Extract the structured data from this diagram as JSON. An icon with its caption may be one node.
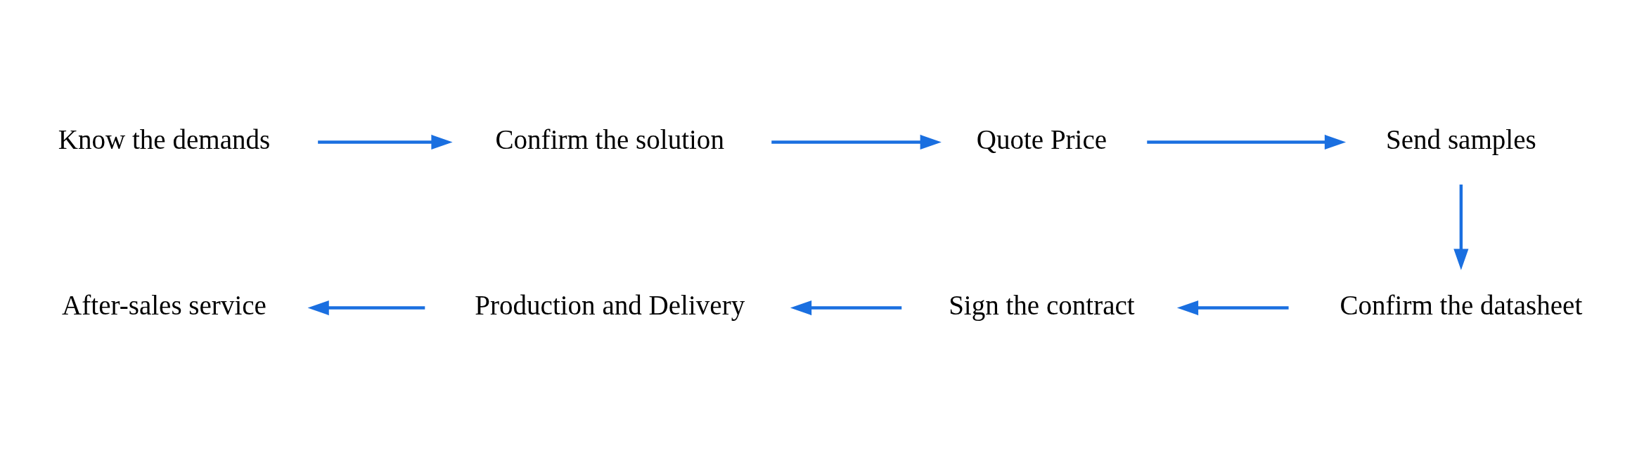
{
  "diagram": {
    "nodes": [
      {
        "text": [
          "Know the demands"
        ]
      },
      {
        "text": [
          "Confirm the solution"
        ]
      },
      {
        "text": [
          "Quote Price"
        ]
      },
      {
        "text": [
          "Send samples"
        ]
      },
      {
        "text": [
          "Confirm the datasheet"
        ]
      },
      {
        "text": [
          "Sign the contract"
        ]
      },
      {
        "text": [
          "Production and Delivery"
        ]
      },
      {
        "text": [
          "After-sales service"
        ]
      }
    ],
    "edges": [
      {
        "from": 0,
        "to": 1,
        "arrow": "to"
      },
      {
        "from": 1,
        "to": 2,
        "arrow": "to"
      },
      {
        "from": 2,
        "to": 3,
        "arrow": "to"
      },
      {
        "from": 3,
        "to": 4,
        "arrow": "to"
      },
      {
        "from": 4,
        "to": 5,
        "arrow": "to"
      },
      {
        "from": 5,
        "to": 6,
        "arrow": "to"
      },
      {
        "from": 6,
        "to": 7,
        "arrow": "to"
      }
    ]
  }
}
